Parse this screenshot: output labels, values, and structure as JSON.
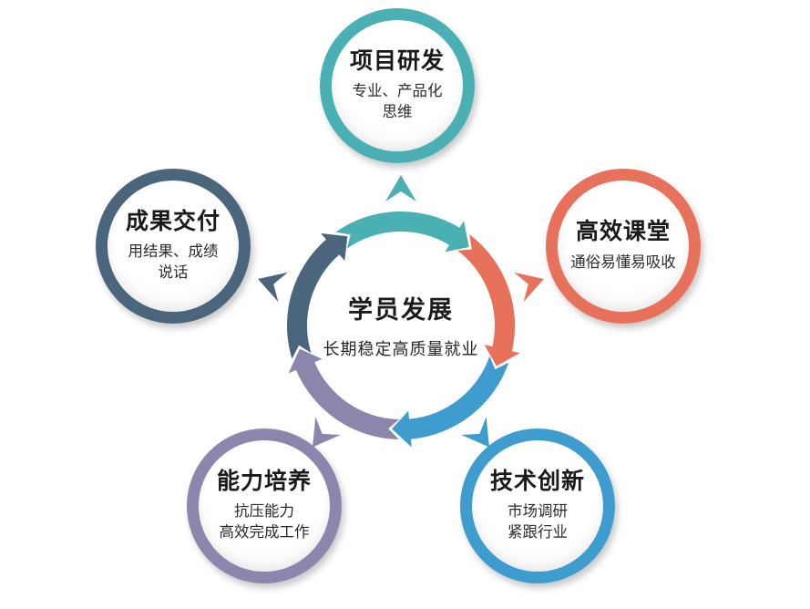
{
  "page": {
    "background": "#ffffff"
  },
  "colors": {
    "teal": "#4BB0B4",
    "coral": "#E8715C",
    "blue": "#3E9CCE",
    "purple": "#8C86AD",
    "slate": "#4A657C"
  },
  "center": {
    "title": "学员发展",
    "subtitle": "长期稳定高质量就业"
  },
  "nodes": {
    "top": {
      "title": "项目研发",
      "subtitle": "专业、产品化\n思维"
    },
    "right": {
      "title": "高效课堂",
      "subtitle": "通俗易懂易吸收"
    },
    "left": {
      "title": "成果交付",
      "subtitle": "用结果、成绩\n说话"
    },
    "bottom_left": {
      "title": "能力培养",
      "subtitle": "抗压能力\n高效完成工作"
    },
    "bottom_right": {
      "title": "技术创新",
      "subtitle": "市场调研\n紧跟行业"
    }
  }
}
